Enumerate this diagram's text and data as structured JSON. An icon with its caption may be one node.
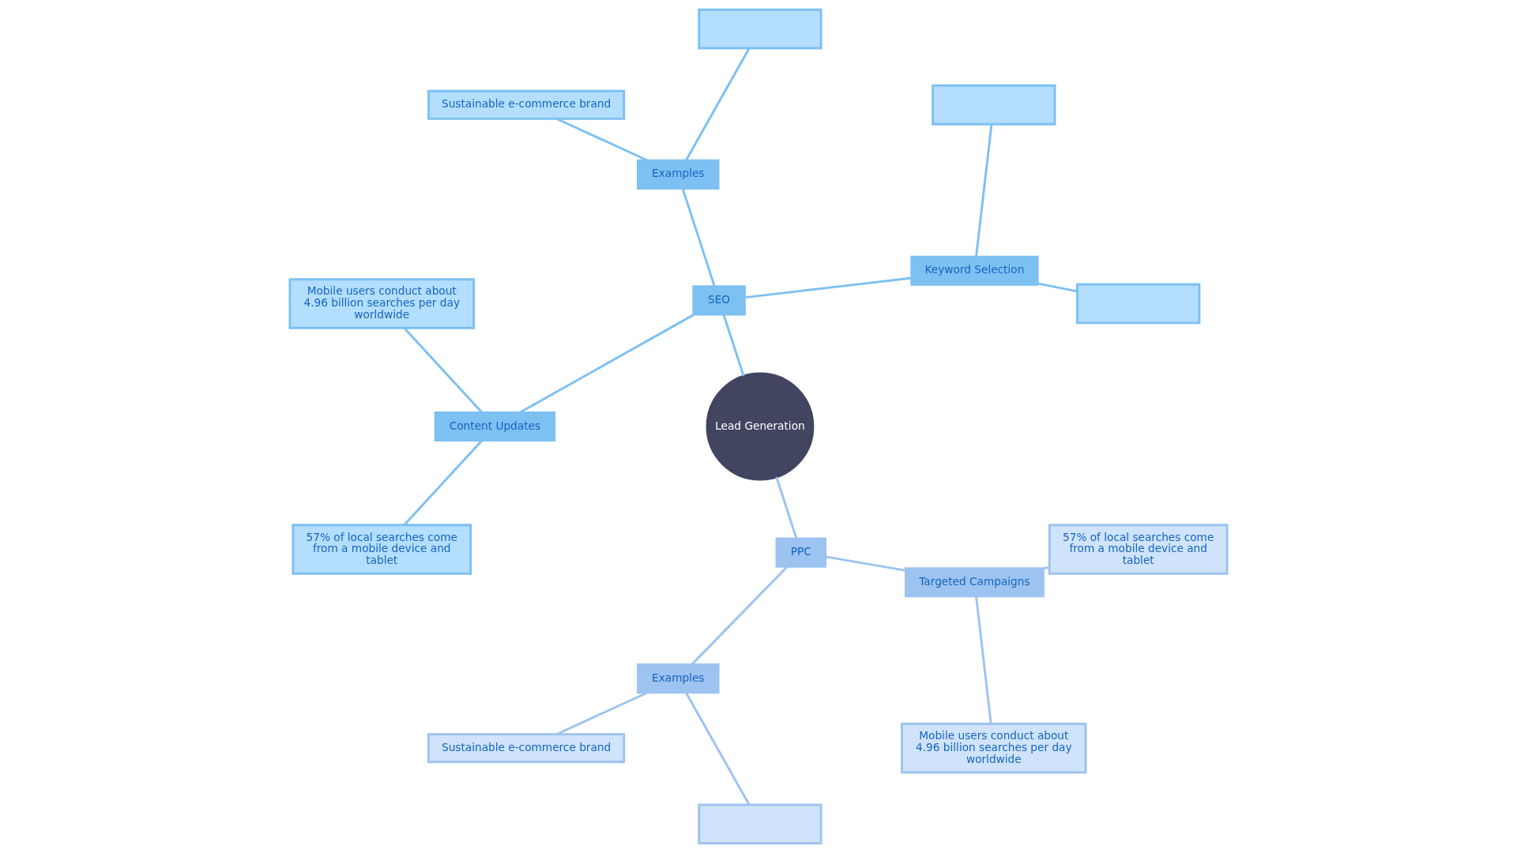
{
  "diagram": {
    "nodes": [
      {
        "text": [
          "Lead Generation"
        ]
      },
      {
        "text": [
          "SEO"
        ]
      },
      {
        "text": [
          "Keyword Selection"
        ]
      },
      {
        "text": [],
        "shape": "box"
      },
      {
        "text": [],
        "shape": "box"
      },
      {
        "text": [
          "Examples"
        ]
      },
      {
        "text": [],
        "shape": "box"
      },
      {
        "text": [
          "Sustainable e-commerce brand"
        ]
      },
      {
        "text": [
          "Content Updates"
        ]
      },
      {
        "text": [
          "Mobile users conduct about 4.96 billion searches per day worldwide"
        ]
      },
      {
        "text": [
          "57% of local searches come from a mobile device and tablet"
        ]
      },
      {
        "text": [
          "PPC"
        ]
      },
      {
        "text": [
          "Examples"
        ]
      },
      {
        "text": [
          "Sustainable e-commerce brand"
        ]
      },
      {
        "text": [],
        "shape": "box"
      },
      {
        "text": [
          "Targeted Campaigns"
        ]
      },
      {
        "text": [
          "Mobile users conduct about 4.96 billion searches per day worldwide"
        ]
      },
      {
        "text": [
          "57% of local searches come from a mobile device and tablet"
        ]
      }
    ],
    "edges": [
      {
        "from": 0,
        "to": 1,
        "arrow": "none"
      },
      {
        "from": 1,
        "to": 2,
        "arrow": "none"
      },
      {
        "from": 2,
        "to": 3,
        "arrow": "none"
      },
      {
        "from": 2,
        "to": 4,
        "arrow": "none"
      },
      {
        "from": 1,
        "to": 5,
        "arrow": "none"
      },
      {
        "from": 5,
        "to": 6,
        "arrow": "none"
      },
      {
        "from": 5,
        "to": 7,
        "arrow": "none"
      },
      {
        "from": 1,
        "to": 8,
        "arrow": "none"
      },
      {
        "from": 8,
        "to": 9,
        "arrow": "none"
      },
      {
        "from": 8,
        "to": 10,
        "arrow": "none"
      },
      {
        "from": 0,
        "to": 11,
        "arrow": "none",
        "color": "#9dc3f0"
      },
      {
        "from": 11,
        "to": 12,
        "arrow": "none",
        "color": "#9dc3f0"
      },
      {
        "from": 12,
        "to": 13,
        "arrow": "none",
        "color": "#9dc3f0"
      },
      {
        "from": 12,
        "to": 14,
        "arrow": "none",
        "color": "#9dc3f0"
      },
      {
        "from": 11,
        "to": 15,
        "arrow": "none",
        "color": "#9dc3f0"
      },
      {
        "from": 15,
        "to": 16,
        "arrow": "none",
        "color": "#9dc3f0"
      },
      {
        "from": 15,
        "to": 17,
        "arrow": "none",
        "color": "#9dc3f0"
      }
    ]
  }
}
